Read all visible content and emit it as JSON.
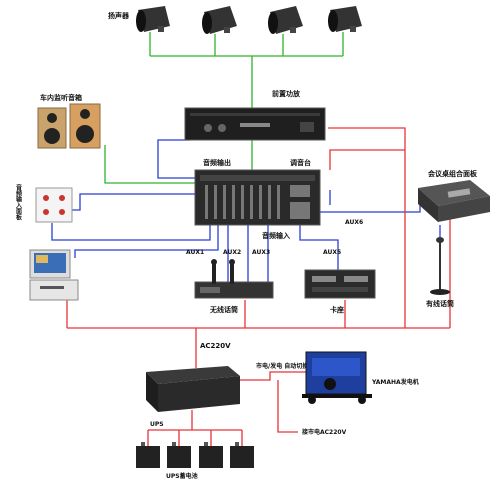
{
  "labels": {
    "horns": "扬声器",
    "amplifier": "前置功放",
    "car_speaker": "车内监听音箱",
    "audio_in_panel": "音频输入面板",
    "audio_out": "音频输出",
    "mixer": "调音台",
    "conference_panel": "会议桌组合面板",
    "audio_input": "音频输入",
    "aux1": "AUX1",
    "aux2": "AUX2",
    "aux3": "AUX3",
    "aux5": "AUX5",
    "aux6": "AUX6",
    "wireless_mic": "无线话筒",
    "card_player": "卡座",
    "wired_mic": "有线话筒",
    "ac220": "AC220V",
    "ups": "UPS",
    "mains_switch": "市电/发电 自动切换",
    "generator": "YAMAHA发电机",
    "mains_ac220": "接市电AC220V",
    "batteries": "UPS蓄电池"
  },
  "colors": {
    "green": "#2db52d",
    "blue": "#2a3fd6",
    "red": "#e8343a",
    "device_dark": "#2a2a2a"
  }
}
